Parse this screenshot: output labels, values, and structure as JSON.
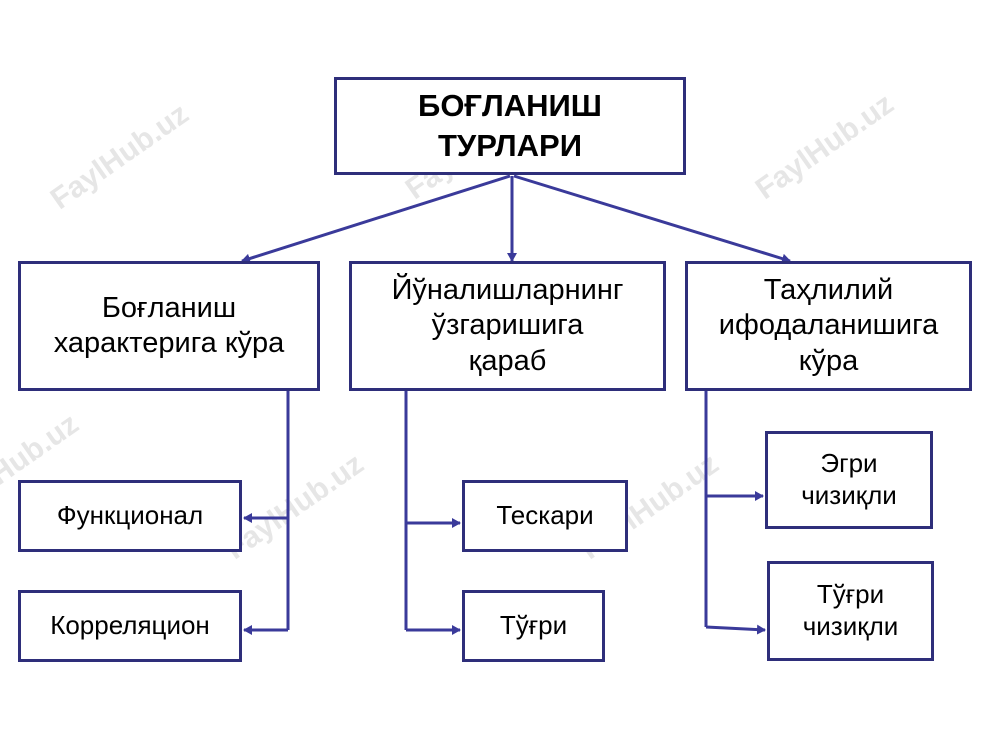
{
  "watermark": "FaylHub.uz",
  "colors": {
    "border": "#2e2e7a",
    "connector": "#3a3a9a",
    "watermark": "#e6e6e6"
  },
  "root": {
    "title": "БОҒЛАНИШ\nТУРЛАРИ"
  },
  "categories": [
    {
      "label": "Боғланиш\nхарактерига кўра"
    },
    {
      "label": "Йўналишларнинг\nўзгаришига\nқараб"
    },
    {
      "label": "Таҳлилий\nифодаланишига\nкўра"
    }
  ],
  "leaves": {
    "functional": "Функционал",
    "correlational": "Корреляцион",
    "inverse": "Тескари",
    "direct": "Тўғри",
    "curvilinear": "Эгри\nчизиқли",
    "linear": "Тўғри\nчизиқли"
  }
}
